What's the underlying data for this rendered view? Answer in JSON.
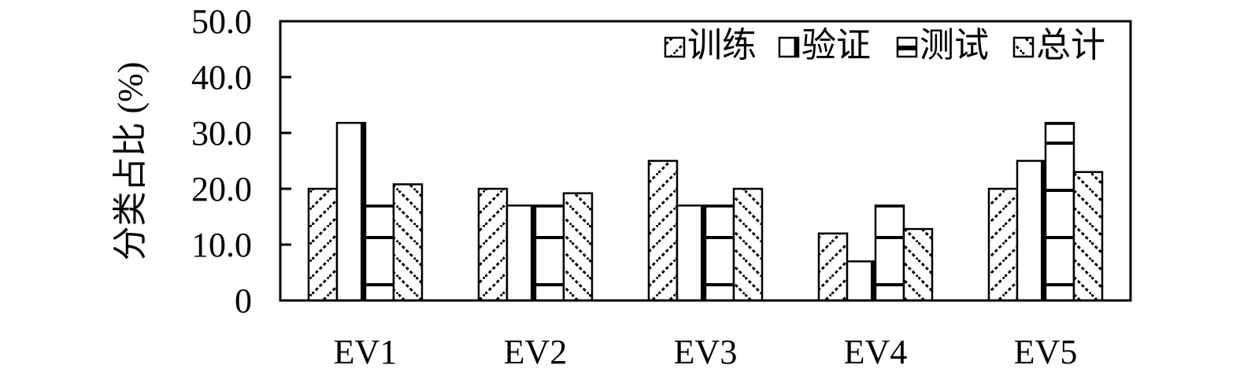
{
  "chart_data": {
    "type": "bar",
    "ylabel": "分类占比 (%)",
    "xlabel": "",
    "ylim": [
      0,
      50
    ],
    "yticks": [
      "0",
      "10.0",
      "20.0",
      "30.0",
      "40.0",
      "50.0"
    ],
    "ytick_values": [
      0,
      10,
      20,
      30,
      40,
      50
    ],
    "categories": [
      "EV1",
      "EV2",
      "EV3",
      "EV4",
      "EV5"
    ],
    "legend_position": "top-right",
    "grid": false,
    "series": [
      {
        "name": "训练",
        "values": [
          20,
          20,
          25,
          12,
          20
        ]
      },
      {
        "name": "验证",
        "values": [
          31.8,
          17,
          17,
          7,
          25
        ]
      },
      {
        "name": "测试",
        "values": [
          17,
          17,
          17,
          17,
          31.8
        ]
      },
      {
        "name": "总计",
        "values": [
          20.8,
          19.2,
          20,
          12.8,
          23
        ]
      }
    ]
  }
}
